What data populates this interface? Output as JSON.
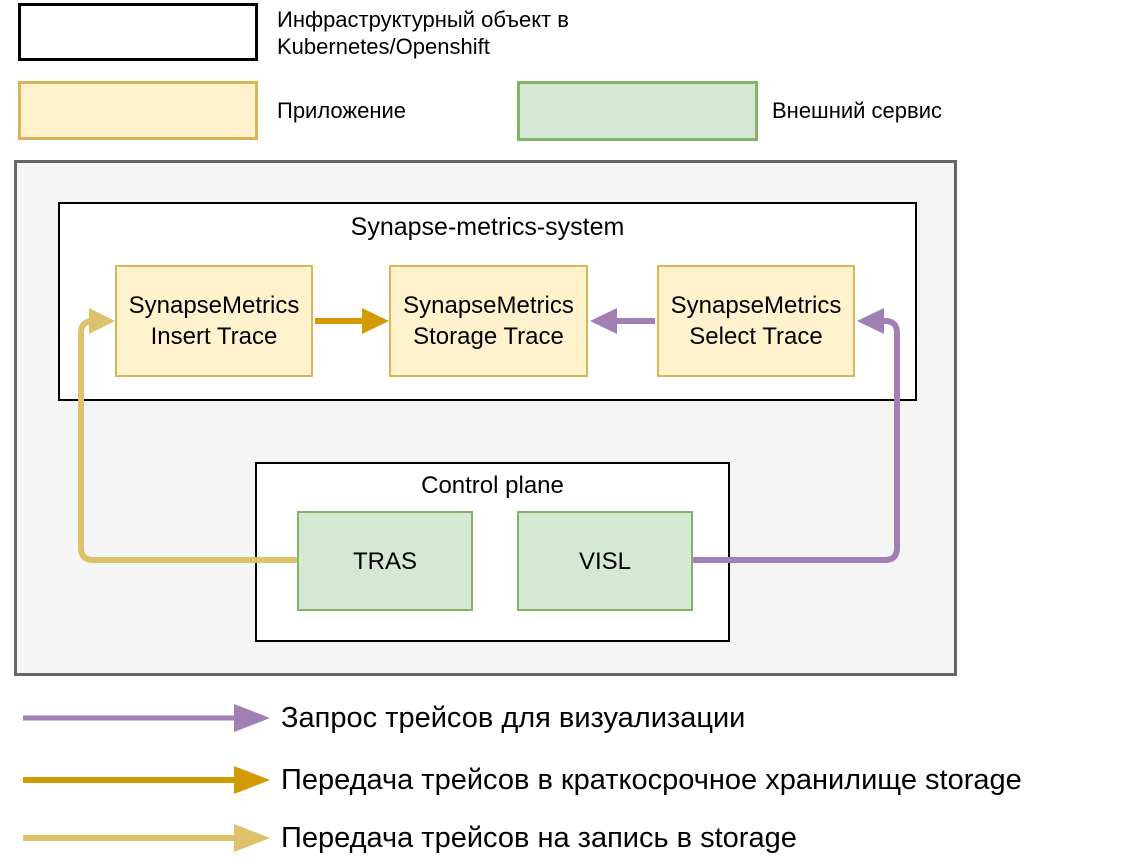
{
  "colors": {
    "yellow-fill": "#FFF2CC",
    "yellow-border": "#D6B656",
    "green-fill": "#D5E8D4",
    "green-border": "#82B366",
    "container-fill": "#F5F5F5",
    "container-border": "#666666",
    "box-fill": "#FFFFFF",
    "box-border": "#000000",
    "arrow-purple": "#A07FB5",
    "arrow-orange": "#D49B00",
    "arrow-light-yellow": "#DCC26A",
    "text": "#000000"
  },
  "legend": {
    "infra_label": "Инфраструктурный объект в\nKubernetes/Openshift",
    "app_label": "Приложение",
    "external_label": "Внешний сервис"
  },
  "diagram": {
    "synapse_title": "Synapse-metrics-system",
    "control_title": "Control plane",
    "nodes": {
      "insert": "SynapseMetrics\nInsert Trace",
      "storage": "SynapseMetrics\nStorage Trace",
      "select": "SynapseMetrics\nSelect Trace",
      "tras": "TRAS",
      "visl": "VISL"
    }
  },
  "arrow_legend": [
    {
      "label": "Запрос трейсов для визуализации"
    },
    {
      "label": "Передача трейсов в краткосрочное хранилище storage"
    },
    {
      "label": "Передача трейсов на запись в storage"
    }
  ]
}
